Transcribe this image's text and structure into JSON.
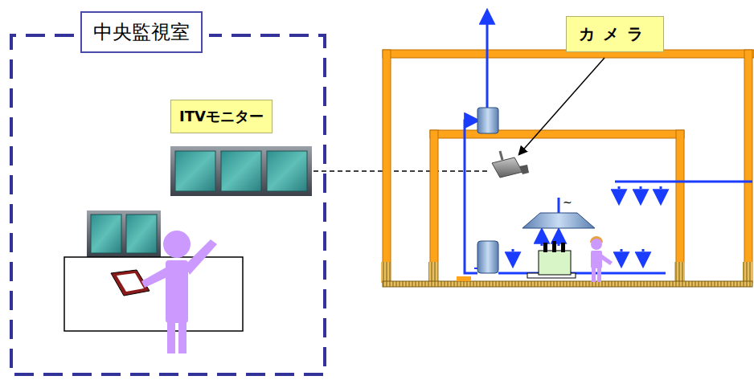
{
  "diagram": {
    "nodes": [
      {
        "text": [
          "中央監視室"
        ]
      },
      {
        "text": [
          "ITVモニター"
        ],
        "in": 0
      },
      {
        "text": [
          "カメラ"
        ]
      }
    ],
    "labels": [
      "~"
    ]
  }
}
